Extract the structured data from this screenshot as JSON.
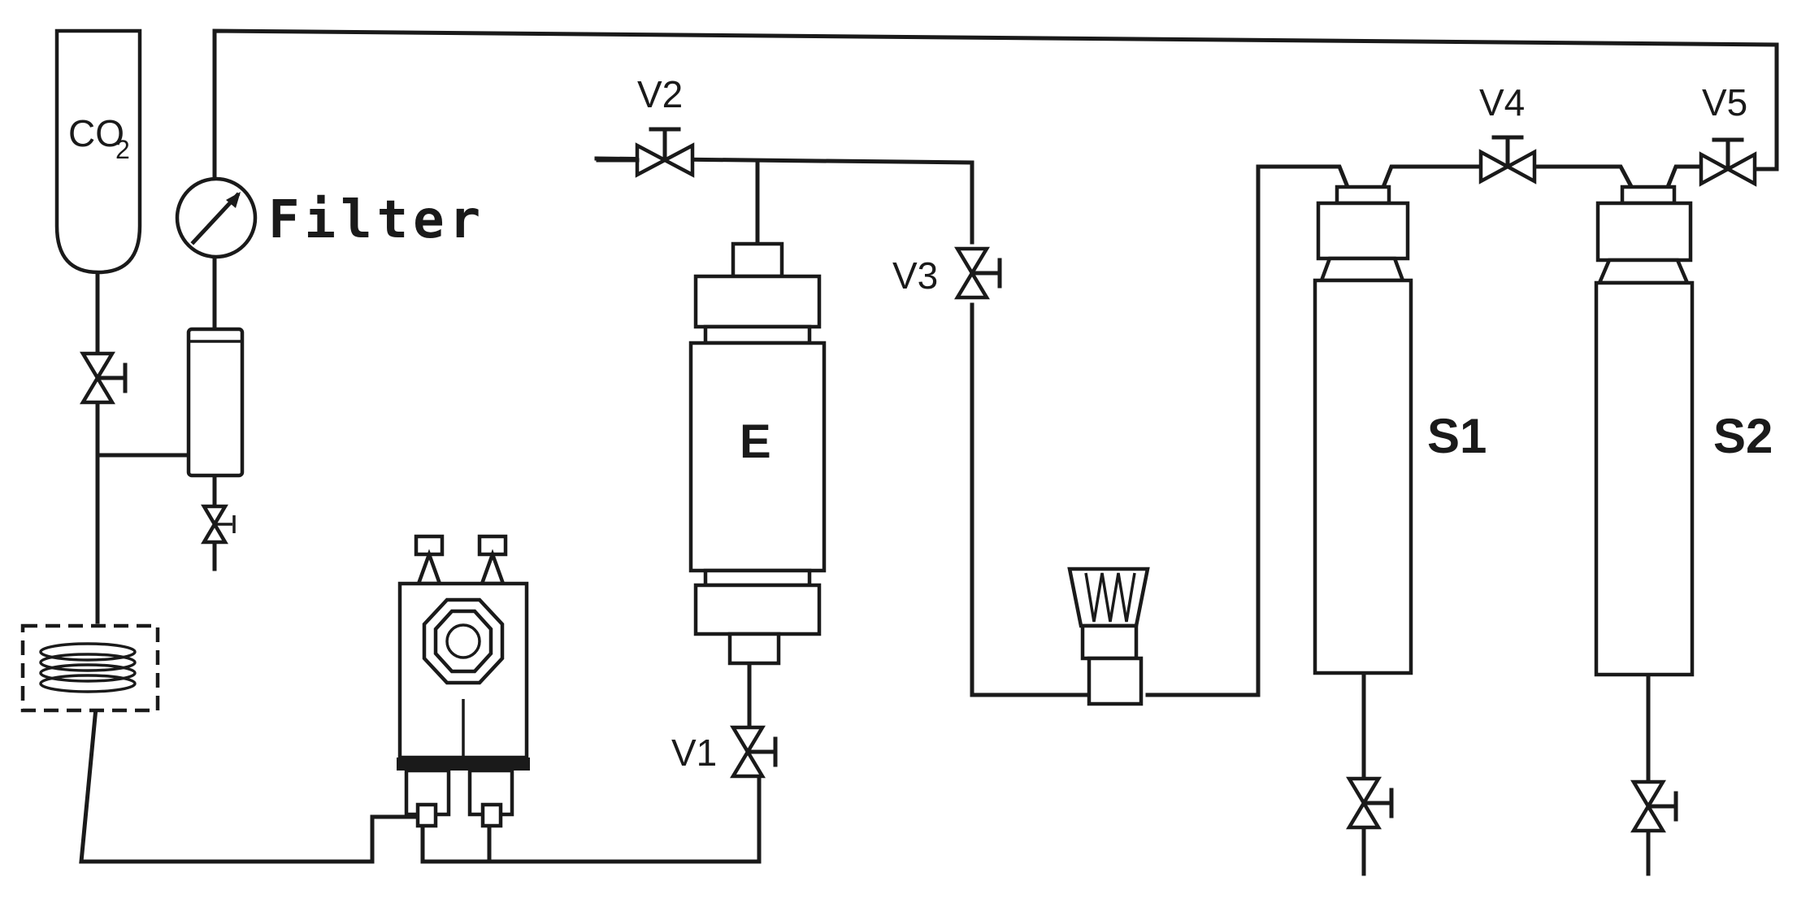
{
  "labels": {
    "co2_main": "CO",
    "co2_sub": "2",
    "filter": "Filter",
    "extractor": "E",
    "separator_1": "S1",
    "separator_2": "S2",
    "valve_v1": "V1",
    "valve_v2": "V2",
    "valve_v3": "V3",
    "valve_v4": "V4",
    "valve_v5": "V5"
  },
  "colors": {
    "ink": "#1a1a1a",
    "paper": "#ffffff"
  }
}
